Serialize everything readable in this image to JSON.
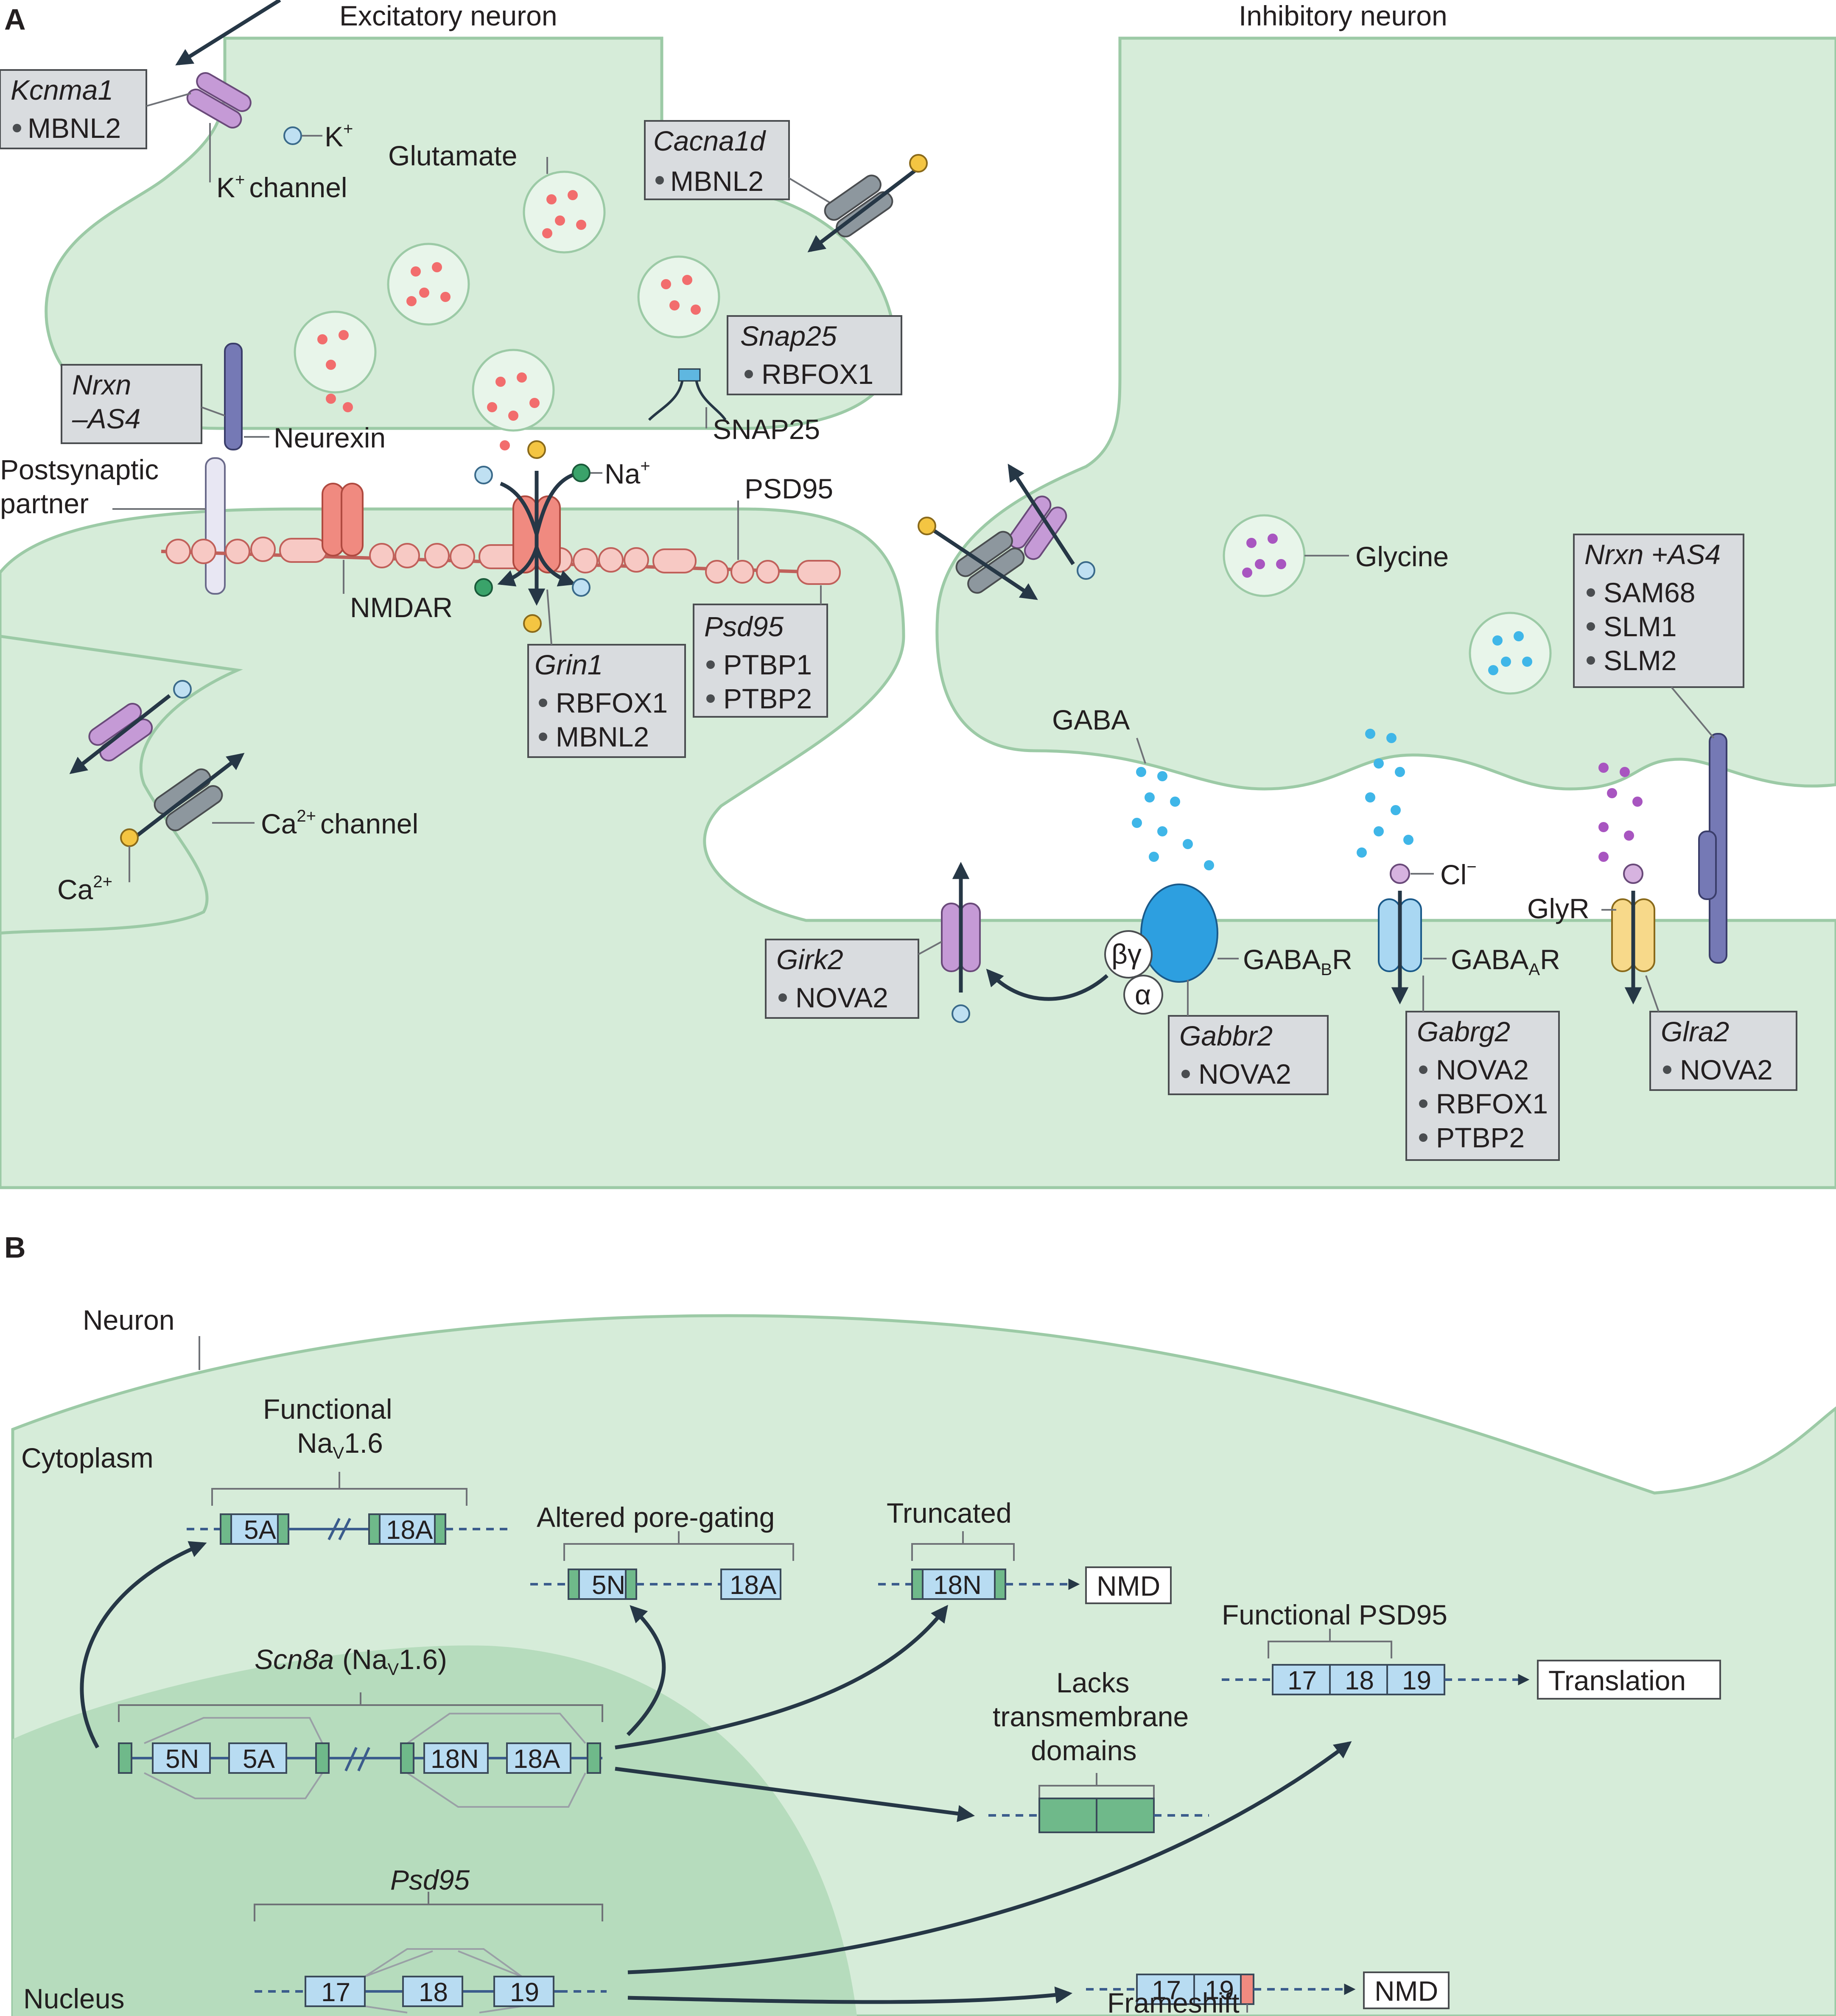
{
  "panelA": {
    "label": "A",
    "excitatory_title": "Excitatory neuron",
    "inhibitory_title": "Inhibitory neuron",
    "labels": {
      "k_ion": "K",
      "k_ion_sup": "+",
      "k_channel": "K",
      "k_channel_rest": "channel",
      "glutamate": "Glutamate",
      "neurexin": "Neurexin",
      "postsynaptic": "Postsynaptic",
      "partner": "partner",
      "na_ion": "Na",
      "psd95": "PSD95",
      "nmdar": "NMDAR",
      "snap25": "SNAP25",
      "ca_channel": "Ca",
      "ca_channel_rest": "channel",
      "ca_ion": "Ca",
      "ca_sup": "2+",
      "glycine": "Glycine",
      "gaba": "GABA",
      "cl_ion": "Cl",
      "cl_sup": "−",
      "glyr": "GlyR",
      "gabab": "GABA",
      "gabab_sub": "B",
      "gabab_r": "R",
      "gabaa": "GABA",
      "gabaa_sub": "A",
      "gabaa_r": "R",
      "beta_gamma": "βγ",
      "alpha": "α"
    },
    "boxes": {
      "kcnma1": {
        "gene": "Kcnma1",
        "items": [
          "MBNL2"
        ]
      },
      "cacna1d": {
        "gene": "Cacna1d",
        "items": [
          "MBNL2"
        ]
      },
      "snap25": {
        "gene": "Snap25",
        "items": [
          "RBFOX1"
        ]
      },
      "nrxn_as4": {
        "gene_line1": "Nrxn",
        "gene_line2": "–AS4"
      },
      "grin1": {
        "gene": "Grin1",
        "items": [
          "RBFOX1",
          "MBNL2"
        ]
      },
      "psd95": {
        "gene": "Psd95",
        "items": [
          "PTBP1",
          "PTBP2"
        ]
      },
      "nrxn_plus_as4": {
        "gene": "Nrxn +AS4",
        "items": [
          "SAM68",
          "SLM1",
          "SLM2"
        ]
      },
      "girk2": {
        "gene": "Girk2",
        "items": [
          "NOVA2"
        ]
      },
      "gabbr2": {
        "gene": "Gabbr2",
        "items": [
          "NOVA2"
        ]
      },
      "gabrg2": {
        "gene": "Gabrg2",
        "items": [
          "NOVA2",
          "RBFOX1",
          "PTBP2"
        ]
      },
      "glra2": {
        "gene": "Glra2",
        "items": [
          "NOVA2"
        ]
      }
    }
  },
  "panelB": {
    "label": "B",
    "neuron": "Neuron",
    "cytoplasm": "Cytoplasm",
    "nucleus": "Nucleus",
    "functional_nav_line1": "Functional",
    "functional_nav_line2a": "Na",
    "functional_nav_sub": "V",
    "functional_nav_line2b": "1.6",
    "altered": "Altered pore-gating",
    "truncated": "Truncated",
    "functional_psd95": "Functional PSD95",
    "lacks_line1": "Lacks",
    "lacks_line2": "transmembrane",
    "lacks_line3": "domains",
    "scn8a_gene": "Scn8a",
    "scn8a_paren_a": "(Na",
    "scn8a_sub": "V",
    "scn8a_paren_b": "1.6)",
    "psd95_gene": "Psd95",
    "nmd": "NMD",
    "translation": "Translation",
    "frameshift": "Frameshift",
    "exons": {
      "e5a": "5A",
      "e18a": "18A",
      "e5n": "5N",
      "e18n": "18N",
      "e17": "17",
      "e18": "18",
      "e19": "19"
    }
  }
}
